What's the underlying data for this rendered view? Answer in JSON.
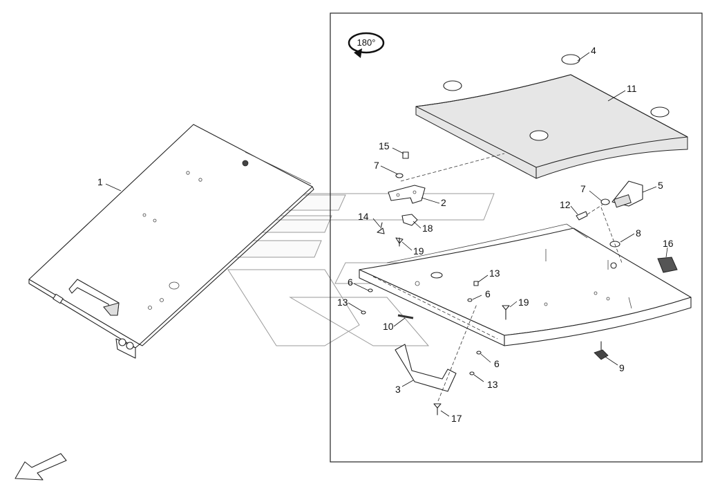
{
  "rotation_badge": {
    "label": "180°"
  },
  "callouts": [
    {
      "id": "c1",
      "label": "1"
    },
    {
      "id": "c2",
      "label": "2"
    },
    {
      "id": "c3",
      "label": "3"
    },
    {
      "id": "c4",
      "label": "4"
    },
    {
      "id": "c5",
      "label": "5"
    },
    {
      "id": "c6a",
      "label": "6"
    },
    {
      "id": "c6b",
      "label": "6"
    },
    {
      "id": "c6c",
      "label": "6"
    },
    {
      "id": "c7a",
      "label": "7"
    },
    {
      "id": "c7b",
      "label": "7"
    },
    {
      "id": "c8",
      "label": "8"
    },
    {
      "id": "c9",
      "label": "9"
    },
    {
      "id": "c10",
      "label": "10"
    },
    {
      "id": "c11",
      "label": "11"
    },
    {
      "id": "c12",
      "label": "12"
    },
    {
      "id": "c13a",
      "label": "13"
    },
    {
      "id": "c13b",
      "label": "13"
    },
    {
      "id": "c13c",
      "label": "13"
    },
    {
      "id": "c14",
      "label": "14"
    },
    {
      "id": "c15",
      "label": "15"
    },
    {
      "id": "c16",
      "label": "16"
    },
    {
      "id": "c17",
      "label": "17"
    },
    {
      "id": "c18",
      "label": "18"
    },
    {
      "id": "c19a",
      "label": "19"
    },
    {
      "id": "c19b",
      "label": "19"
    }
  ]
}
